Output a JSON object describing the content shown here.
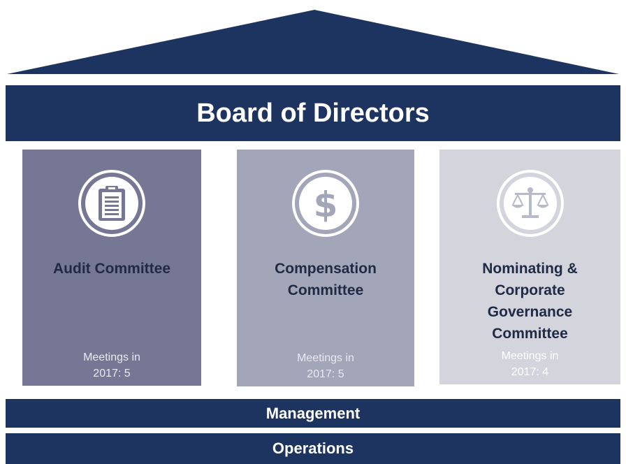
{
  "board": {
    "label": "Board of Directors"
  },
  "committees": [
    {
      "name": "Audit Committee",
      "icon": "clipboard-icon",
      "meetings_label": "Meetings in",
      "meetings_value": "2017: 5"
    },
    {
      "name": "Compensation\nCommittee",
      "icon": "dollar-icon",
      "meetings_label": "Meetings in",
      "meetings_value": "2017: 5"
    },
    {
      "name": "Nominating &\nCorporate\nGovernance\nCommittee",
      "icon": "scales-icon",
      "meetings_label": "Meetings in",
      "meetings_value": "2017: 4"
    }
  ],
  "management": {
    "label": "Management"
  },
  "operations": {
    "label": "Operations"
  },
  "colors": {
    "navy": "#1d3461",
    "audit_bg": "#767795",
    "compensation_bg": "#a3a5b8",
    "nominating_bg": "#d3d4dc"
  }
}
